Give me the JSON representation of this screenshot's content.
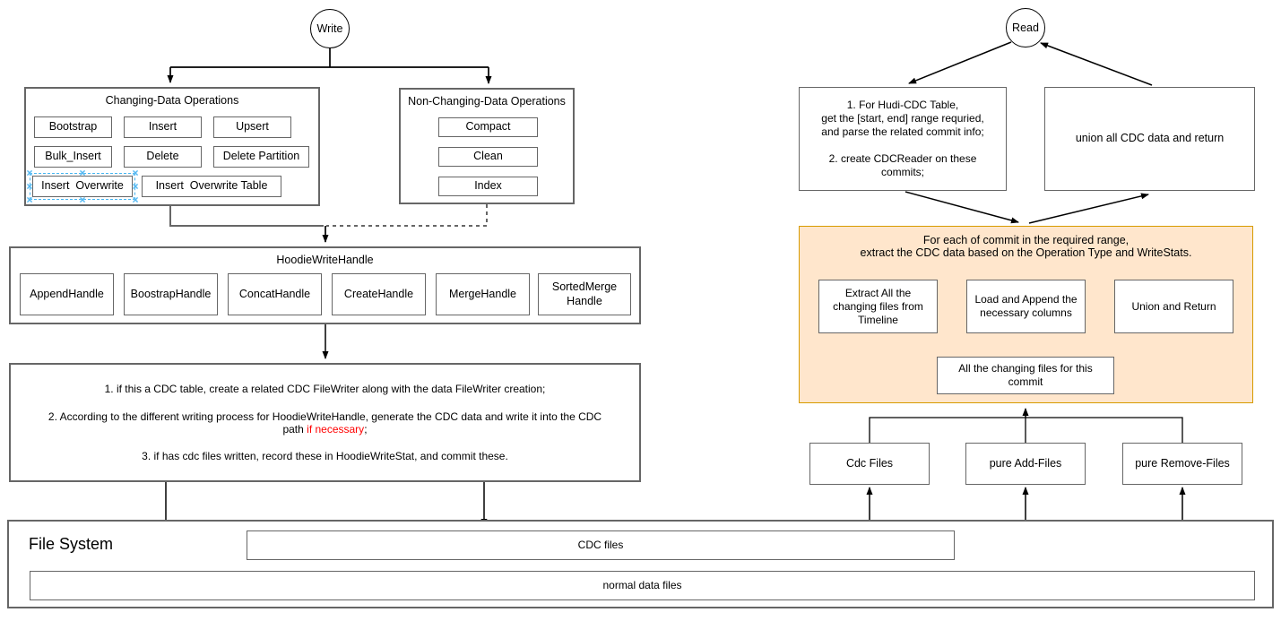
{
  "colors": {
    "box_border": "#666666",
    "per_commit_fill": "#ffe6cc",
    "per_commit_border": "#d79b00",
    "highlight_red": "#ff0000",
    "selection_blue": "#45b5f0"
  },
  "selection": {
    "selected_node": "Insert  Overwrite"
  },
  "write_side": {
    "entry": "Write",
    "changing": {
      "title": "Changing-Data Operations",
      "bootstrap": "Bootstrap",
      "insert": "Insert",
      "upsert": "Upsert",
      "bulk_insert": "Bulk_Insert",
      "delete": "Delete",
      "delete_partition": "Delete Partition",
      "insert_overwrite": "Insert  Overwrite",
      "insert_overwrite_table": "Insert  Overwrite Table"
    },
    "non_changing": {
      "title": "Non-Changing-Data Operations",
      "compact": "Compact",
      "clean": "Clean",
      "index": "Index"
    },
    "write_handle": {
      "title": "HoodieWriteHandle",
      "append": "AppendHandle",
      "boostrap": "BoostrapHandle",
      "concat": "ConcatHandle",
      "create": "CreateHandle",
      "merge": "MergeHandle",
      "sorted_merge": "SortedMerge\nHandle"
    },
    "process_notes": {
      "step1": "1. if this a CDC table, create a related CDC FileWriter along with the data FileWriter creation;",
      "step2_prefix": "2. According to the different writing process for HoodieWriteHandle, generate the CDC data and write it into the CDC\npath ",
      "step2_highlight": "if necessary",
      "step2_suffix": ";",
      "step3": "3. if has cdc files written, record these in HoodieWriteStat, and commit these."
    }
  },
  "read_side": {
    "entry": "Read",
    "prepare": "1. For Hudi-CDC Table,\nget the [start, end] range requried,\nand parse the related commit info;\n\n2. create CDCReader on these\ncommits;",
    "union_all": "union all CDC data and return",
    "per_commit": {
      "title": "For each of commit in the required range,\nextract the CDC data based on the Operation Type and WriteStats.",
      "extract": "Extract All the\nchanging files from\nTimeline",
      "load_append": "Load and Append the\nnecessary columns",
      "union_return": "Union and Return",
      "changing_files": "All the changing files for this\ncommit"
    },
    "file_groups": {
      "cdc": "Cdc Files",
      "add": "pure Add-Files",
      "remove": "pure Remove-Files"
    }
  },
  "file_system": {
    "title": "File System",
    "cdc_files": "CDC files",
    "normal_files": "normal data files"
  }
}
